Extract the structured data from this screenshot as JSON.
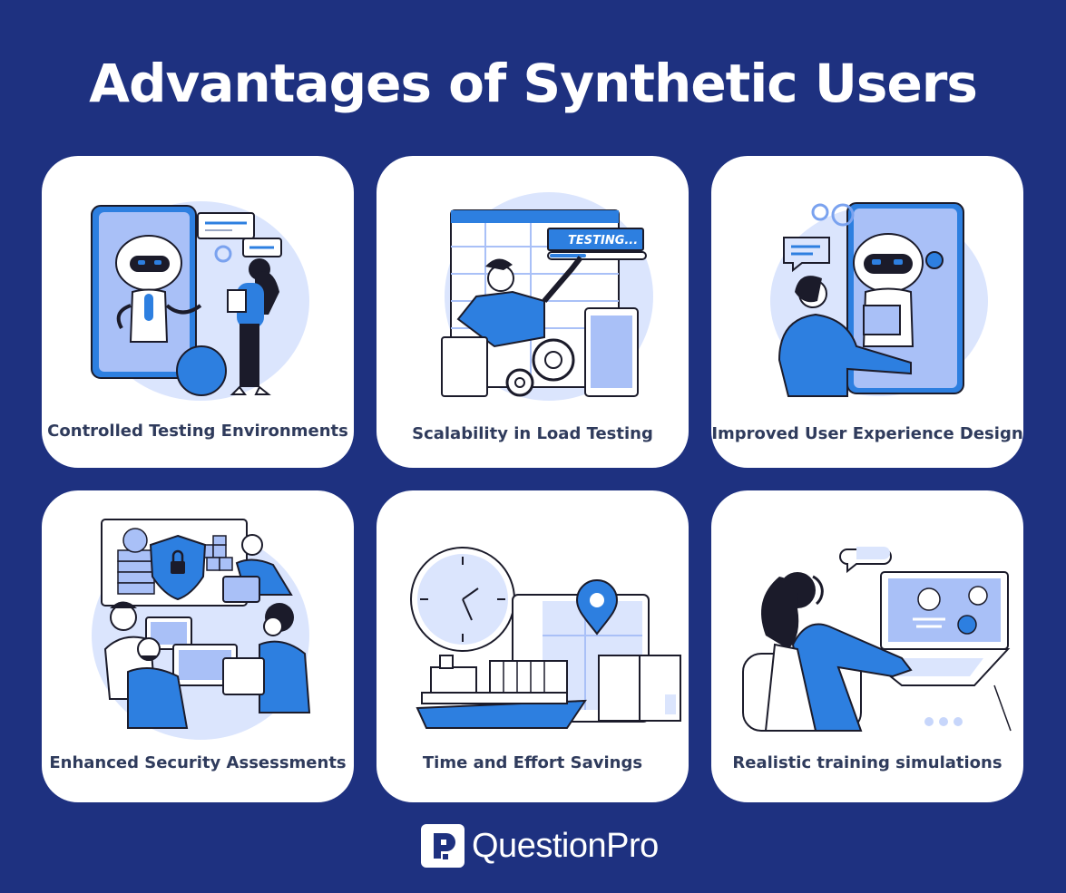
{
  "title": "Advantages of Synthetic Users",
  "cards": [
    {
      "label": "Controlled Testing Environments",
      "icon": "robot-phone-illustration"
    },
    {
      "label": "Scalability in Load Testing",
      "icon": "load-testing-illustration",
      "badge": "TESTING..."
    },
    {
      "label": "Improved User Experience Design",
      "icon": "robot-support-illustration"
    },
    {
      "label": "Enhanced Security Assessments",
      "icon": "security-team-illustration"
    },
    {
      "label": "Time and Effort Savings",
      "icon": "clock-logistics-illustration"
    },
    {
      "label": "Realistic training simulations",
      "icon": "call-center-illustration"
    }
  ],
  "brand": {
    "name": "QuestionPro"
  },
  "colors": {
    "background": "#1e3180",
    "card": "#ffffff",
    "accent": "#1f7be0",
    "light": "#c7d6fb",
    "ink": "#1b1b2a"
  }
}
